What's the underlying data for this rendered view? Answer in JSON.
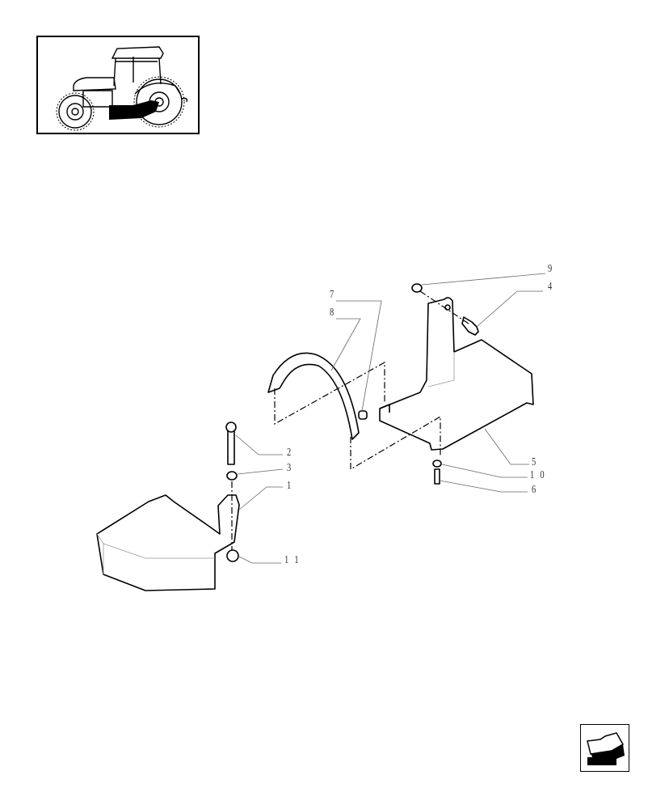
{
  "thumbnail": {
    "label": "Tractor location overview",
    "highlight_color": "#000000"
  },
  "callouts": [
    {
      "id": "9",
      "label": "9"
    },
    {
      "id": "4",
      "label": "4"
    },
    {
      "id": "7",
      "label": "7"
    },
    {
      "id": "8",
      "label": "8"
    },
    {
      "id": "2",
      "label": "2"
    },
    {
      "id": "3",
      "label": "3"
    },
    {
      "id": "1",
      "label": "1"
    },
    {
      "id": "5",
      "label": "5"
    },
    {
      "id": "10",
      "label": "1 0"
    },
    {
      "id": "6",
      "label": "6"
    },
    {
      "id": "11",
      "label": "1 1"
    }
  ],
  "navigation": {
    "back_icon": "back-arrow-icon"
  }
}
